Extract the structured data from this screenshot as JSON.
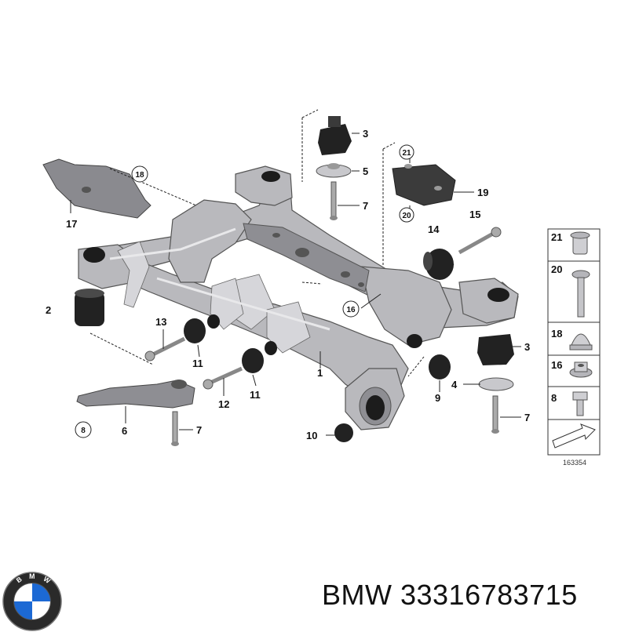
{
  "brand": "BMW",
  "part_number": "33316783715",
  "caption": "BMW 33316783715",
  "logo_letters": "BMW",
  "diagram_ref": "163354",
  "callouts": {
    "c1": "1",
    "c2": "2",
    "c3a": "3",
    "c3b": "3",
    "c4": "4",
    "c5": "5",
    "c6": "6",
    "c7a": "7",
    "c7b": "7",
    "c7c": "7",
    "c8": "8",
    "c9": "9",
    "c10": "10",
    "c11a": "11",
    "c11b": "11",
    "c12": "12",
    "c13": "13",
    "c14": "14",
    "c15": "15",
    "c16": "16",
    "c17": "17",
    "c18": "18",
    "c19": "19",
    "c20": "20",
    "c21": "21"
  },
  "legend": [
    "21",
    "20",
    "18",
    "16",
    "8"
  ],
  "colors": {
    "frame": "#b9b9bd",
    "rubber": "#1c1c1c",
    "logo_blue": "#1c69d4"
  }
}
